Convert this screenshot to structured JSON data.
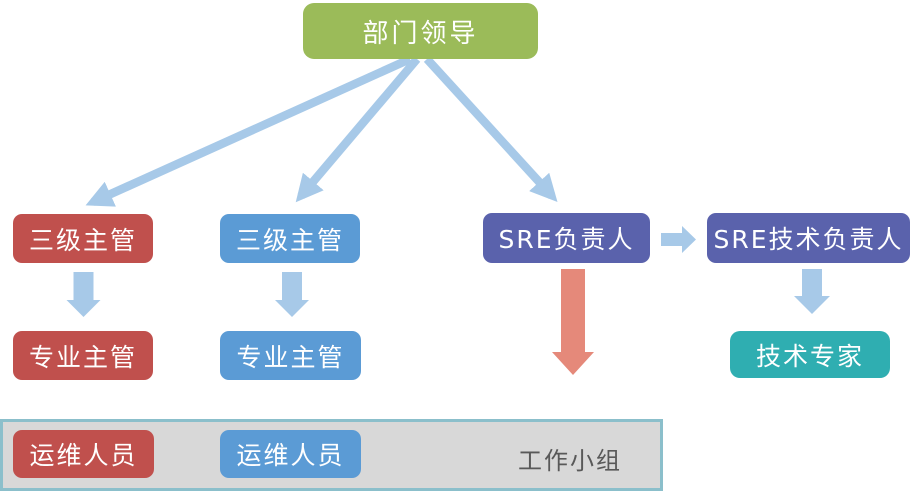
{
  "nodes": {
    "dept_leader": "部门领导",
    "level3_mgr_a": "三级主管",
    "level3_mgr_b": "三级主管",
    "sre_owner": "SRE负责人",
    "sre_tech_owner": "SRE技术负责人",
    "pro_mgr_a": "专业主管",
    "pro_mgr_b": "专业主管",
    "tech_expert": "技术专家",
    "ops_staff_a": "运维人员",
    "ops_staff_b": "运维人员",
    "work_group": "工作小组"
  },
  "edges": [
    {
      "from": "dept_leader",
      "to": "level3_mgr_a",
      "style": "line-arrow",
      "color": "#A7C9E8"
    },
    {
      "from": "dept_leader",
      "to": "level3_mgr_b",
      "style": "line-arrow",
      "color": "#A7C9E8"
    },
    {
      "from": "dept_leader",
      "to": "sre_owner",
      "style": "line-arrow",
      "color": "#A7C9E8"
    },
    {
      "from": "level3_mgr_a",
      "to": "pro_mgr_a",
      "style": "block-arrow-down",
      "color": "#A7C9E8"
    },
    {
      "from": "level3_mgr_b",
      "to": "pro_mgr_b",
      "style": "block-arrow-down",
      "color": "#A7C9E8"
    },
    {
      "from": "sre_owner",
      "to": "sre_tech_owner",
      "style": "block-arrow-right",
      "color": "#A7C9E8"
    },
    {
      "from": "sre_owner",
      "to": "work_group",
      "style": "block-arrow-down",
      "color": "#E5897A"
    },
    {
      "from": "sre_tech_owner",
      "to": "tech_expert",
      "style": "block-arrow-down",
      "color": "#A7C9E8"
    }
  ],
  "colors": {
    "green": "#9BBB59",
    "red": "#C0504D",
    "blue": "#5B9BD5",
    "indigo": "#5A62AC",
    "teal": "#2FAEB1",
    "salmon": "#E5897A",
    "arrow_blue": "#A7C9E8",
    "container_fill": "#D8D8D8",
    "container_border": "#8BBFCB",
    "container_text": "#595959",
    "box_text": "#FFFFFF"
  }
}
